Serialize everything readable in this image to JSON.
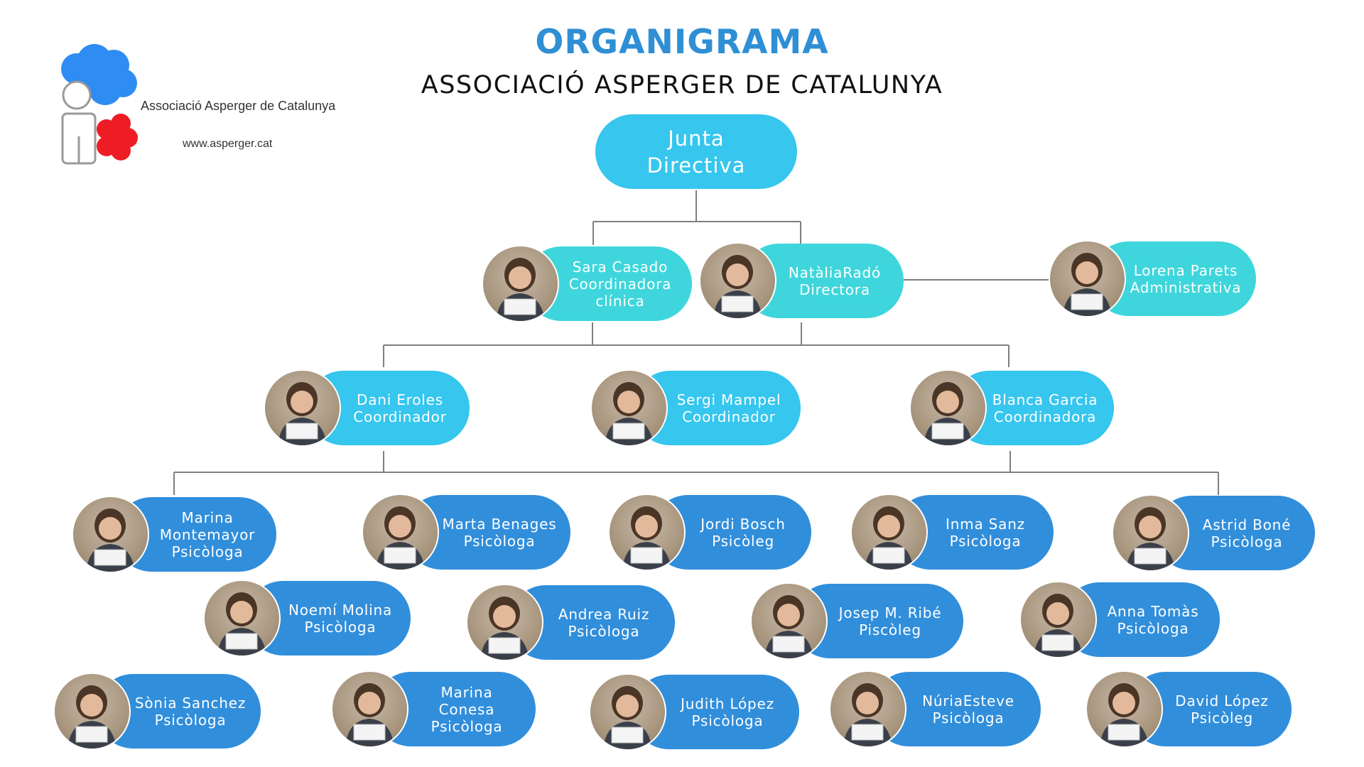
{
  "header": {
    "title": "ORGANIGRAMA",
    "subtitle": "ASSOCIACIÓ ASPERGER DE CATALUNYA"
  },
  "logo": {
    "name": "Associació Asperger de Catalunya",
    "url": "www.asperger.cat",
    "colors": {
      "cloud": "#2f8cf2",
      "flower": "#ee1c24",
      "figure": "#9a9a9a"
    }
  },
  "colors": {
    "title": "#2f8fd5",
    "teal": "#3ed6dc",
    "cyan": "#36c6ee",
    "blue": "#318edb",
    "connector": "#7f7f7f"
  },
  "board": {
    "line1": "Junta",
    "line2": "Directiva"
  },
  "people": {
    "sara": {
      "name": "Sara Casado",
      "role": "Coordinadora clínica"
    },
    "natalia": {
      "name": "NatàliaRadó",
      "role": "Directora"
    },
    "lorena": {
      "name": "Lorena Parets",
      "role": "Administrativa"
    },
    "dani": {
      "name": "Dani Eroles",
      "role": "Coordinador"
    },
    "sergi": {
      "name": "Sergi Mampel",
      "role": "Coordinador"
    },
    "blanca": {
      "name": "Blanca Garcia",
      "role": "Coordinadora"
    },
    "marina_m": {
      "name": "Marina Montemayor",
      "role": "Psicòloga"
    },
    "marta": {
      "name": "Marta Benages",
      "role": "Psicòloga"
    },
    "jordi": {
      "name": "Jordi Bosch",
      "role": "Psicòleg"
    },
    "inma": {
      "name": "Inma Sanz",
      "role": "Psicòloga"
    },
    "astrid": {
      "name": "Astrid Boné",
      "role": "Psicòloga"
    },
    "noemi": {
      "name": "Noemí Molina",
      "role": "Psicòloga"
    },
    "andrea": {
      "name": "Andrea Ruiz",
      "role": "Psicòloga"
    },
    "josep": {
      "name": "Josep M. Ribé",
      "role": "Piscòleg"
    },
    "anna": {
      "name": "Anna Tomàs",
      "role": "Psicòloga"
    },
    "sonia": {
      "name": "Sònia Sanchez",
      "role": "Psicòloga"
    },
    "marina_c": {
      "name": "Marina Conesa",
      "role": "Psicòloga"
    },
    "judith": {
      "name": "Judith López",
      "role": "Psicòloga"
    },
    "nuria": {
      "name": "NúriaEsteve",
      "role": "Psicòloga"
    },
    "david": {
      "name": "David López",
      "role": "Psicòleg"
    }
  },
  "photo_icon": "person-photo-icon"
}
